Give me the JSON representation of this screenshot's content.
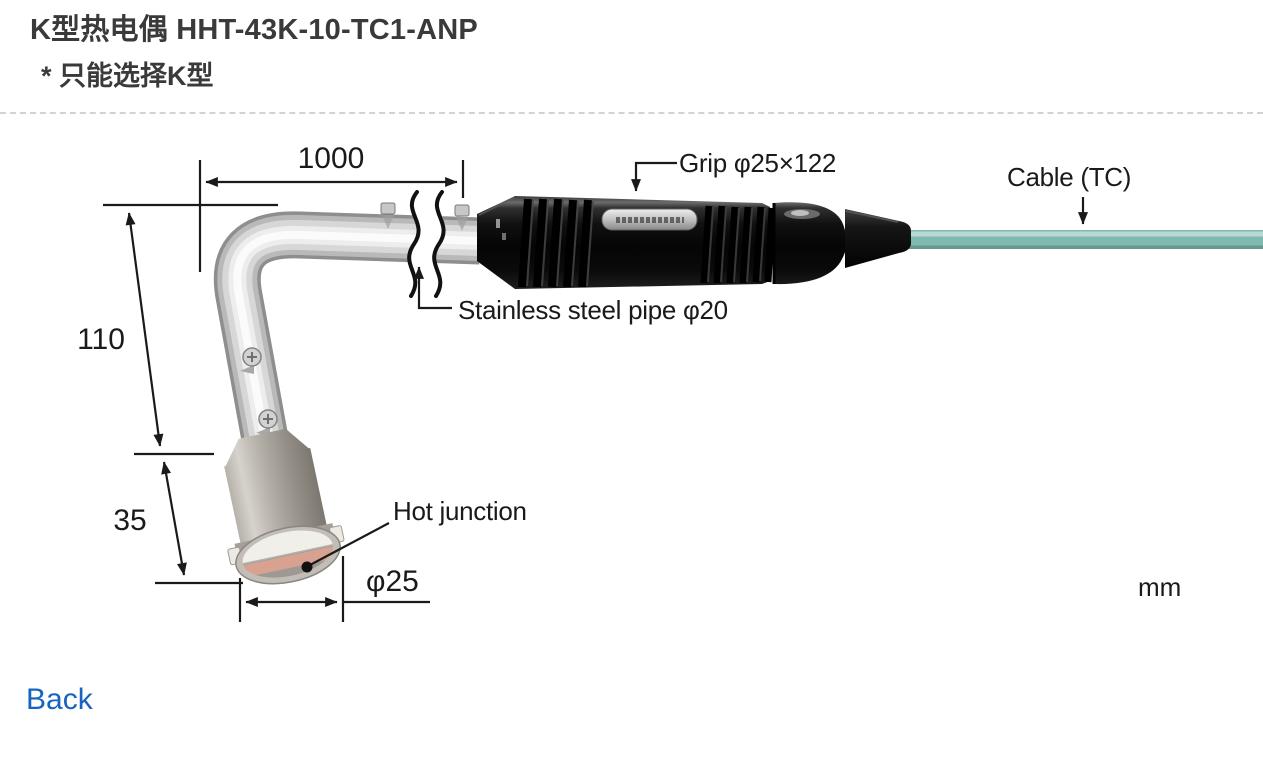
{
  "page": {
    "title": "K型热电偶 HHT-43K-10-TC1-ANP",
    "note": "* 只能选择K型",
    "back_label": "Back"
  },
  "diagram": {
    "unit_label": "mm",
    "dims": {
      "pipe_length": "1000",
      "bend_to_tip": "110",
      "tip_section": "35",
      "tip_diameter": "φ25"
    },
    "callouts": {
      "grip": "Grip φ25×122",
      "pipe": "Stainless steel pipe φ20",
      "hot_junction": "Hot junction",
      "cable": "Cable (TC)"
    },
    "colors": {
      "cable": "#7fbab0",
      "grip": "#141414",
      "steel_pipe": "#c9c9c9",
      "dimension_ink": "#1a1a1a",
      "link": "#1565c0"
    }
  }
}
